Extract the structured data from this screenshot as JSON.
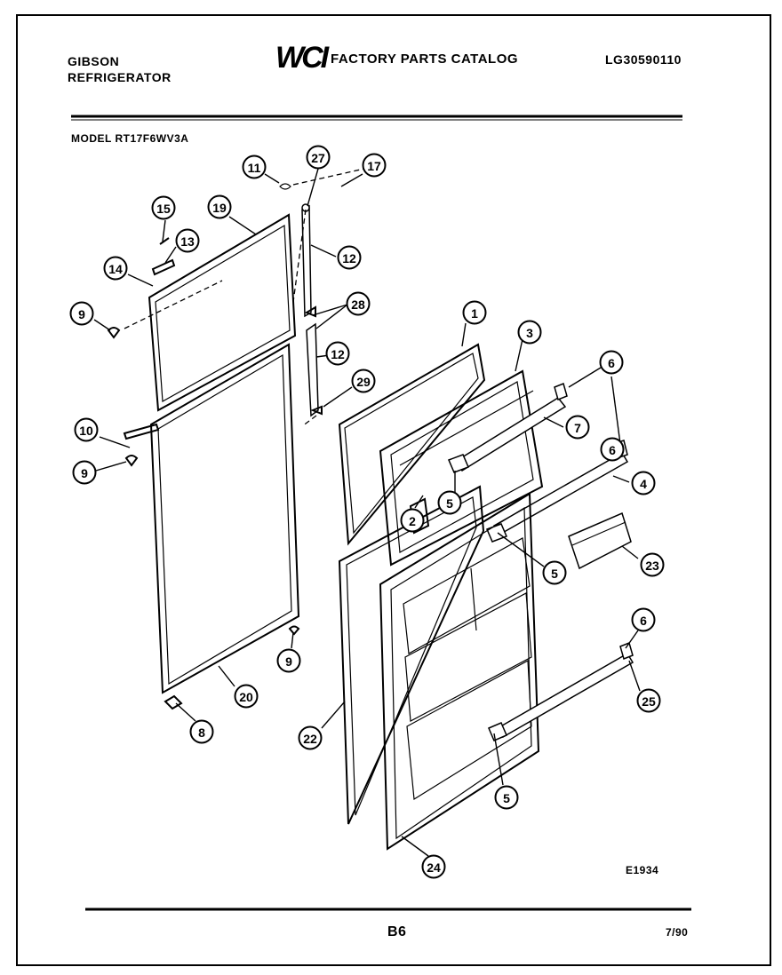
{
  "header": {
    "brand_line1": "GIBSON",
    "brand_line2": "REFRIGERATOR",
    "logo_text": "WCI",
    "catalog_title": "FACTORY PARTS CATALOG",
    "doc_id": "LG30590110"
  },
  "model_label": "MODEL RT17F6WV3A",
  "figure_id": "E1934",
  "footer": {
    "page": "B6",
    "date": "7/90"
  },
  "callouts": [
    "11",
    "27",
    "17",
    "15",
    "19",
    "13",
    "14",
    "12",
    "9",
    "28",
    "12",
    "29",
    "10",
    "9",
    "1",
    "3",
    "6",
    "7",
    "6",
    "4",
    "2",
    "5",
    "5",
    "23",
    "9",
    "20",
    "8",
    "22",
    "6",
    "25",
    "5",
    "24"
  ]
}
